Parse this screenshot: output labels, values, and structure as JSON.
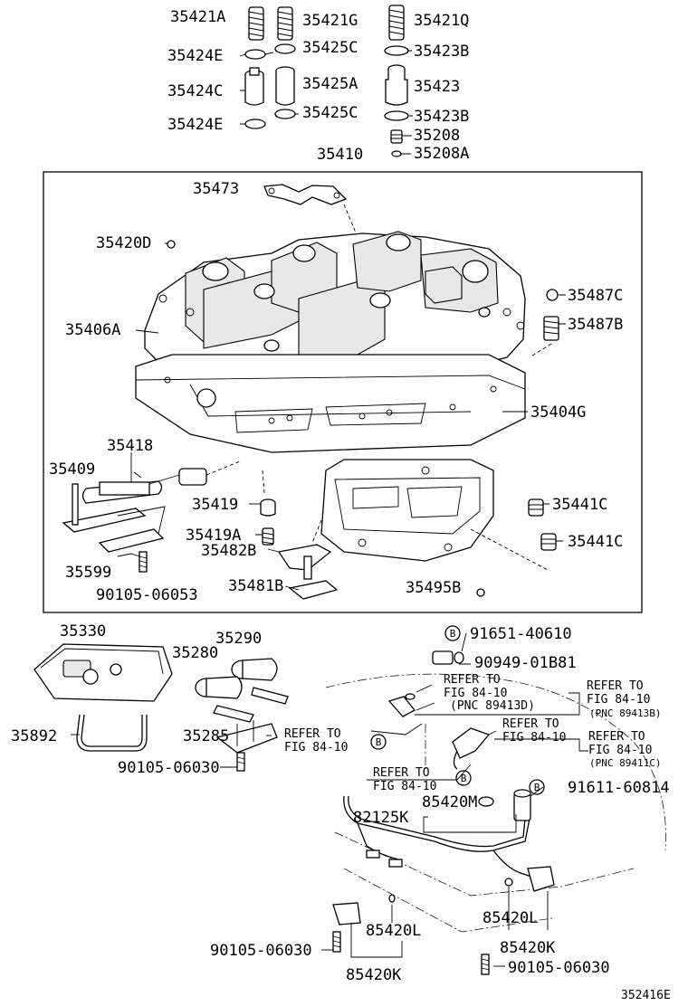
{
  "labels": {
    "p35421A": "35421A",
    "p35421G": "35421G",
    "p35421Q": "35421Q",
    "p35424E_top": "35424E",
    "p35425C_top": "35425C",
    "p35423B_top": "35423B",
    "p35424C": "35424C",
    "p35425A": "35425A",
    "p35423": "35423",
    "p35424E_bot": "35424E",
    "p35425C_bot": "35425C",
    "p35423B_bot": "35423B",
    "p35208": "35208",
    "p35208A": "35208A",
    "p35410": "35410",
    "p35473": "35473",
    "p35420D": "35420D",
    "p35487C": "35487C",
    "p35406A": "35406A",
    "p35487B": "35487B",
    "p35404G": "35404G",
    "p35418": "35418",
    "p35409": "35409",
    "p35419": "35419",
    "p35441C_a": "35441C",
    "p35419A": "35419A",
    "p35482B": "35482B",
    "p35441C_b": "35441C",
    "p35599": "35599",
    "p90105_06053": "90105-06053",
    "p35481B": "35481B",
    "p35495B": "35495B",
    "p35330": "35330",
    "p35290": "35290",
    "p35280": "35280",
    "p35892": "35892",
    "p35285": "35285",
    "p90105_06030_a": "90105-06030",
    "p91651_40610": "91651-40610",
    "p90949_01B81": "90949-01B81",
    "p91611_60814": "91611-60814",
    "p85420M": "85420M",
    "p82125K": "82125K",
    "p90105_06030_b": "90105-06030",
    "p85420L_a": "85420L",
    "p85420K_a": "85420K",
    "p85420L_b": "85420L",
    "p85420K_b": "85420K",
    "p90105_06030_c": "90105-06030",
    "diagram_code": "352416E"
  },
  "refs": {
    "r1_l1": "REFER TO",
    "r1_l2": "FIG 84-10",
    "r1_l3": "(PNC 89413D)",
    "r2_l1": "REFER TO",
    "r2_l2": "FIG 84-10",
    "r2_l3": "(PNC 89413B)",
    "r3_l1": "REFER TO",
    "r3_l2": "FIG 84-10",
    "r4_l1": "REFER TO",
    "r4_l2": "FIG 84-10",
    "r5_l1": "REFER TO",
    "r5_l2": "FIG 84-10",
    "r5_l3": "(PNC 89411C)",
    "r6_l1": "REFER TO",
    "r6_l2": "FIG 84-10"
  },
  "markers": {
    "b": "B"
  }
}
